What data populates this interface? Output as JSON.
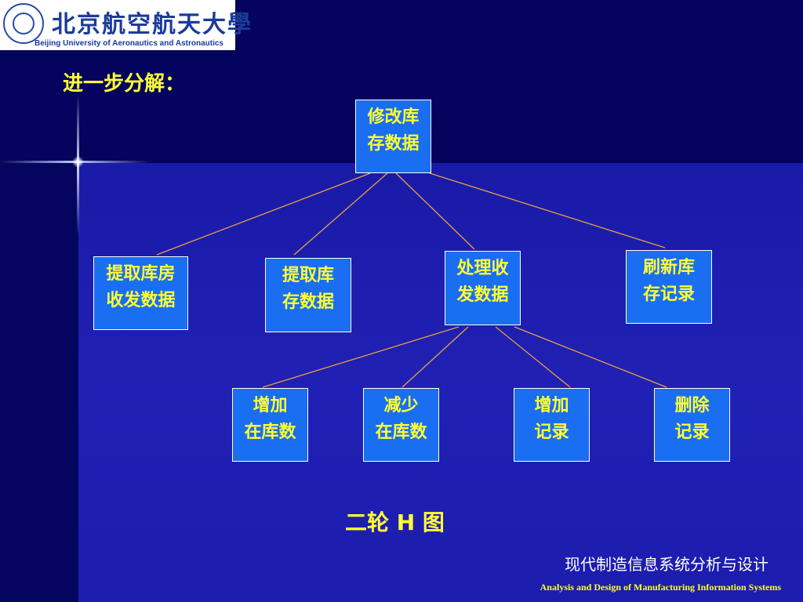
{
  "logo": {
    "name_cn": "北京航空航天大學",
    "name_en": "Beijing University of Aeronautics and Astronautics"
  },
  "slide": {
    "title": "进一步分解：",
    "caption": "二轮 H 图"
  },
  "diagram": {
    "root": {
      "line1": "修改库",
      "line2": "存数据"
    },
    "level1": [
      {
        "line1": "提取库房",
        "line2": "收发数据"
      },
      {
        "line1": "提取库",
        "line2": "存数据"
      },
      {
        "line1": "处理收",
        "line2": "发数据"
      },
      {
        "line1": "刷新库",
        "line2": "存记录"
      }
    ],
    "level2": [
      {
        "line1": "增加",
        "line2": "在库数"
      },
      {
        "line1": "减少",
        "line2": "在库数"
      },
      {
        "line1": "增加",
        "line2": "记录"
      },
      {
        "line1": "删除",
        "line2": "记录"
      }
    ]
  },
  "footer": {
    "course_cn": "现代制造信息系统分析与设计",
    "course_en": "Analysis and Design of Manufacturing Information Systems"
  },
  "colors": {
    "box_fill": "#1a6ef2",
    "box_text": "#ffff33",
    "connector": "#e8a040"
  }
}
